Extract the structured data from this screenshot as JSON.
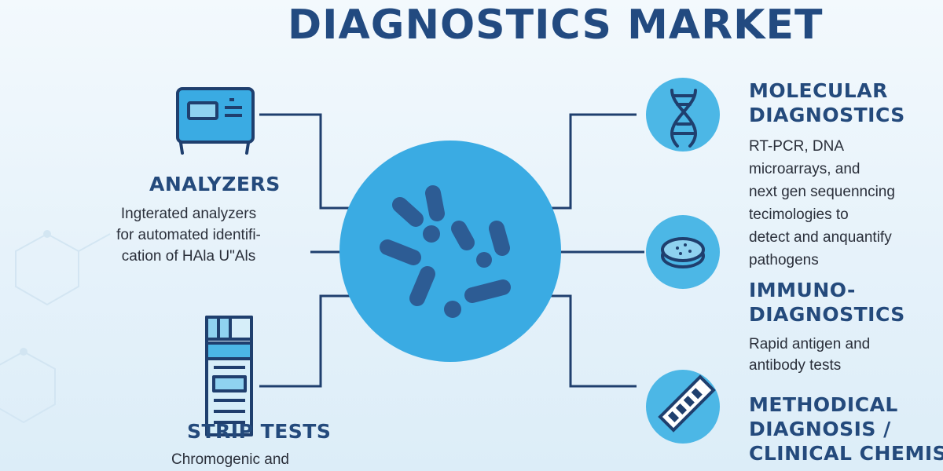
{
  "title": "DIAGNOSTICS MARKET",
  "left": {
    "analyzers": {
      "heading": "ANALYZERS",
      "lines": [
        "Ingterated analyzers",
        "for automated identifi-",
        "cation of HAla U\"Als"
      ],
      "icon": "analyzer-icon"
    },
    "strip_tests": {
      "heading": "STRIP TESTS",
      "lines": [
        "Chromogenic and"
      ],
      "icon": "strip-test-icon"
    }
  },
  "right": {
    "molecular": {
      "heading_lines": [
        "MOLECULAR",
        "DIAGNOSTICS"
      ],
      "lines": [
        "RT-PCR, DNA",
        "microarrays,  and",
        "next gen sequenncing",
        "tecimologies to",
        "detect and anquantify",
        "pathogens"
      ],
      "icon": "dna-icon"
    },
    "immuno": {
      "heading_lines": [
        "IMMUNO-",
        "DIAGNOSTICS"
      ],
      "lines": [
        "Rapid antigen and",
        "antibody tests"
      ],
      "icon": "petri-dish-icon"
    },
    "methodical": {
      "heading_lines": [
        "METHODICAL",
        "DIAGNOSIS /",
        "CLINICAL CHEMISTRY"
      ],
      "icon": "test-strip-icon"
    }
  },
  "center_icon": "bacteria-icon",
  "colors": {
    "title": "#224a80",
    "line": "#1f3f6e",
    "circle_large": "#3aabe3",
    "circle_small": "#4cb7e6",
    "bacteria": "#2d5c94"
  }
}
